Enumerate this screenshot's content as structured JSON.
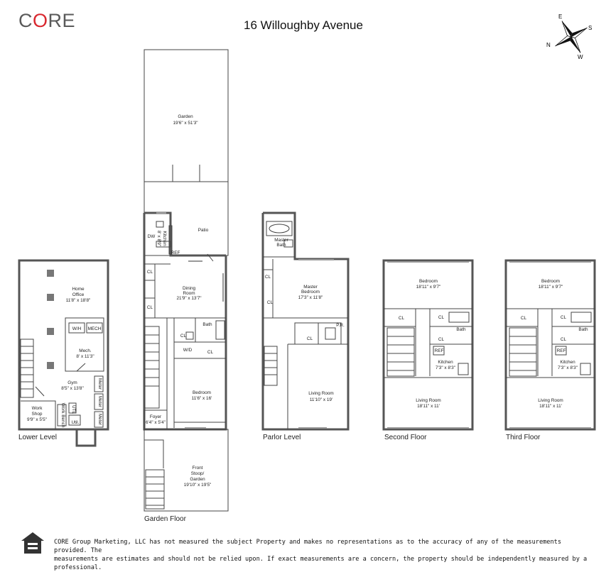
{
  "brand": {
    "logo_prefix": "C",
    "logo_o": "O",
    "logo_suffix": "RE"
  },
  "title": "16 Willoughby Avenue",
  "compass": {
    "n": "N",
    "e": "E",
    "s": "S",
    "w": "W"
  },
  "floors": {
    "lower": "Lower Level",
    "garden": "Garden Floor",
    "parlor": "Parlor Level",
    "second": "Second Floor",
    "third": "Third Floor"
  },
  "rooms": {
    "lower": {
      "home_office": "Home",
      "home_office2": "Office",
      "home_office_dim": "11'8\" x 18'8\"",
      "wh": "W/H",
      "mech_box": "MECH",
      "mech": "Mech.",
      "mech_dim": "8' x 11'3\"",
      "gym": "Gym",
      "gym_dim": "8'5\" x 13'8\"",
      "work_shop": "Work",
      "work_shop2": "Shop",
      "work_shop_dim": "9'9\" x 5'5\"",
      "work_bench": "Work Bench",
      "sink": "UTL",
      "util": "Util.",
      "meter1": "Meter",
      "meter2": "Meter",
      "meter3": "Meter"
    },
    "garden": {
      "garden": "Garden",
      "garden_dim": "19'6\" x 51'3\"",
      "patio": "Patio",
      "kitchen": "Kitchen",
      "kitchen_dim": "8' x 8'9\"",
      "dw": "DW",
      "ref": "REF",
      "cl1": "CL",
      "cl2": "CL",
      "cl3": "CL",
      "cl4": "CL",
      "dining": "Dining",
      "dining2": "Room",
      "dining_dim": "21'9\" x 13'7\"",
      "bath": "Bath",
      "wd": "W/D",
      "bedroom": "Bedroom",
      "bedroom_dim": "11'6\" x 16'",
      "foyer": "Foyer",
      "foyer_dim": "6'4\" x 5'4\"",
      "stoop": "Front",
      "stoop2": "Stoop/",
      "stoop3": "Garden",
      "stoop_dim": "19'10\" x 19'5\""
    },
    "parlor": {
      "master_bath": "Master",
      "master_bath2": "Bath",
      "master": "Master",
      "master2": "Bedroom",
      "master_dim": "17'3\" x 11'8\"",
      "cl1": "CL",
      "cl2": "CL",
      "cl3": "CL",
      "pr": "P.R.",
      "living": "Living Room",
      "living_dim": "11'10\" x 19'"
    },
    "second": {
      "bedroom": "Bedroom",
      "bedroom_dim": "18'11\" x 9'7\"",
      "cl1": "CL",
      "cl2": "CL",
      "cl3": "CL",
      "bath": "Bath",
      "ref": "REF",
      "kitchen": "Kitchen",
      "kitchen_dim": "7'3\" x 8'3\"",
      "living": "Living Room",
      "living_dim": "18'11\" x 11'"
    },
    "third": {
      "bedroom": "Bedroom",
      "bedroom_dim": "18'11\" x 9'7\"",
      "cl1": "CL",
      "cl2": "CL",
      "cl3": "CL",
      "bath": "Bath",
      "ref": "REF",
      "kitchen": "Kitchen",
      "kitchen_dim": "7'3\" x 8'3\"",
      "living": "Living Room",
      "living_dim": "18'11\" x 11'"
    }
  },
  "disclaimer": {
    "line1": "CORE Group Marketing, LLC has not measured the subject Property and makes no representations as to the accuracy of any of the measurements provided. The",
    "line2": "measurements are estimates and should not be relied upon. If exact measurements are a concern, the property should be independently measured by a professional."
  },
  "icons": {
    "compass": "compass-rose-icon",
    "equal_housing": "equal-housing-icon"
  }
}
